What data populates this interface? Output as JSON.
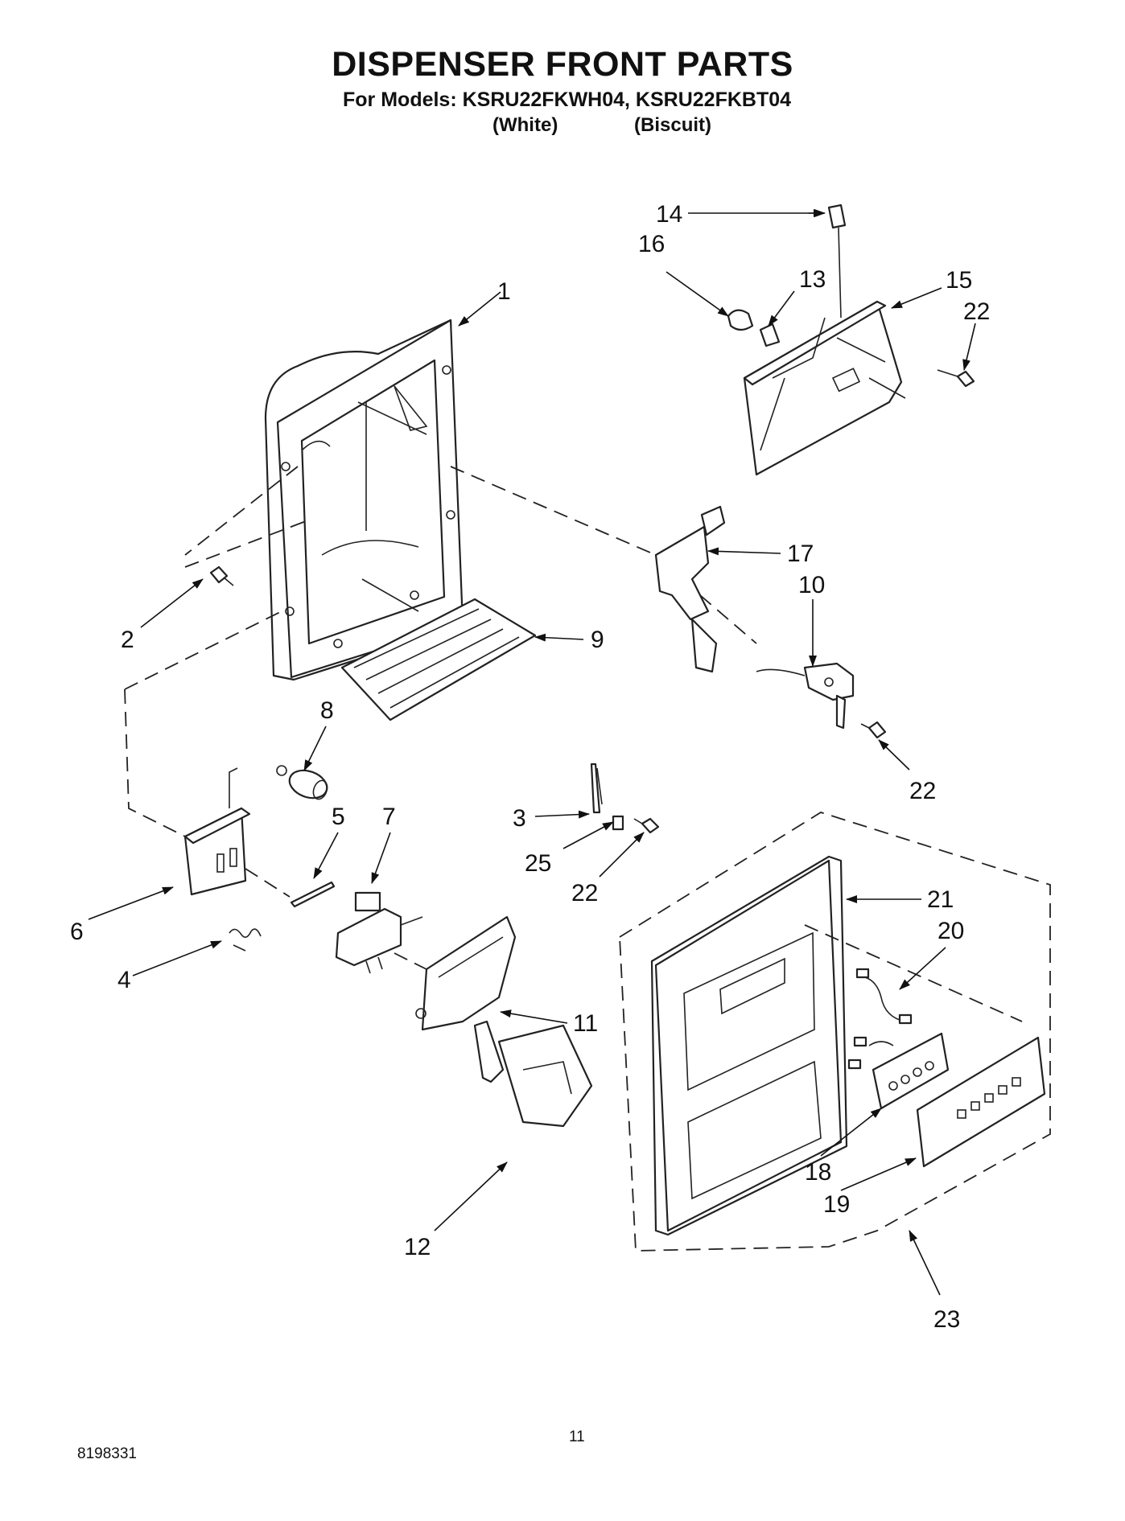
{
  "header": {
    "title": "DISPENSER FRONT PARTS",
    "models_line": "For Models: KSRU22FKWH04, KSRU22FKBT04",
    "color_white": "(White)",
    "color_biscuit": "(Biscuit)"
  },
  "callouts": [
    "1",
    "2",
    "3",
    "4",
    "5",
    "6",
    "7",
    "8",
    "9",
    "10",
    "11",
    "12",
    "13",
    "14",
    "15",
    "16",
    "17",
    "18",
    "19",
    "20",
    "21",
    "22",
    "22",
    "22",
    "23",
    "25"
  ],
  "footer": {
    "doc_number": "8198331",
    "page_number": "11"
  }
}
